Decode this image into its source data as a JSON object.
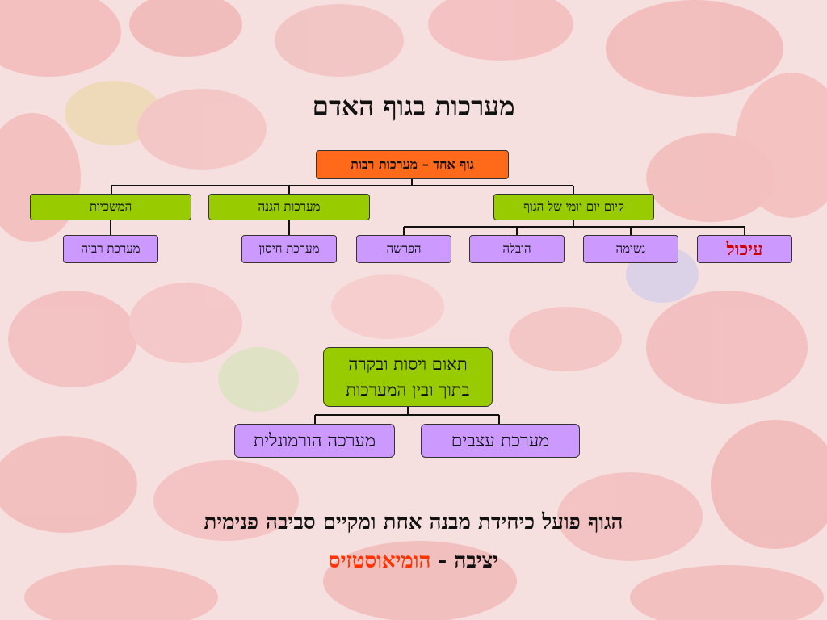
{
  "title": "מערכות בגוף האדם",
  "org_chart": {
    "root": "גוף אחד – מערכות רבות",
    "groups": {
      "daily": "קיום יום יומי של הגוף",
      "defense": "מערכות הגנה",
      "continuity": "המשכיות"
    },
    "daily_children": {
      "nutrition": "עיכול",
      "breathing": "נשימה",
      "transport": "הובלה",
      "excretion": "הפרשה"
    },
    "defense_child": "מערכת חיסון",
    "continuity_child": "מערכת רביה"
  },
  "coordination": {
    "line1": "תאום ויסות ובקרה",
    "line2": "בתוך ובין המערכות",
    "nervous": "מערכת עצבים",
    "hormonal": "מערכה הורמונלית"
  },
  "footer": {
    "line1": "הגוף פועל כיחידת מבנה אחת ומקיים סביבה פנימית",
    "stable": "יציבה",
    "dash": "-",
    "homeostasis": "הומיאוסטזיס"
  },
  "colors": {
    "root_box": "#ff6a1a",
    "group_box": "#99cc00",
    "leaf_box": "#cc99ff",
    "highlight_red": "#cc0000",
    "homeostasis_orange": "#ff3300"
  }
}
